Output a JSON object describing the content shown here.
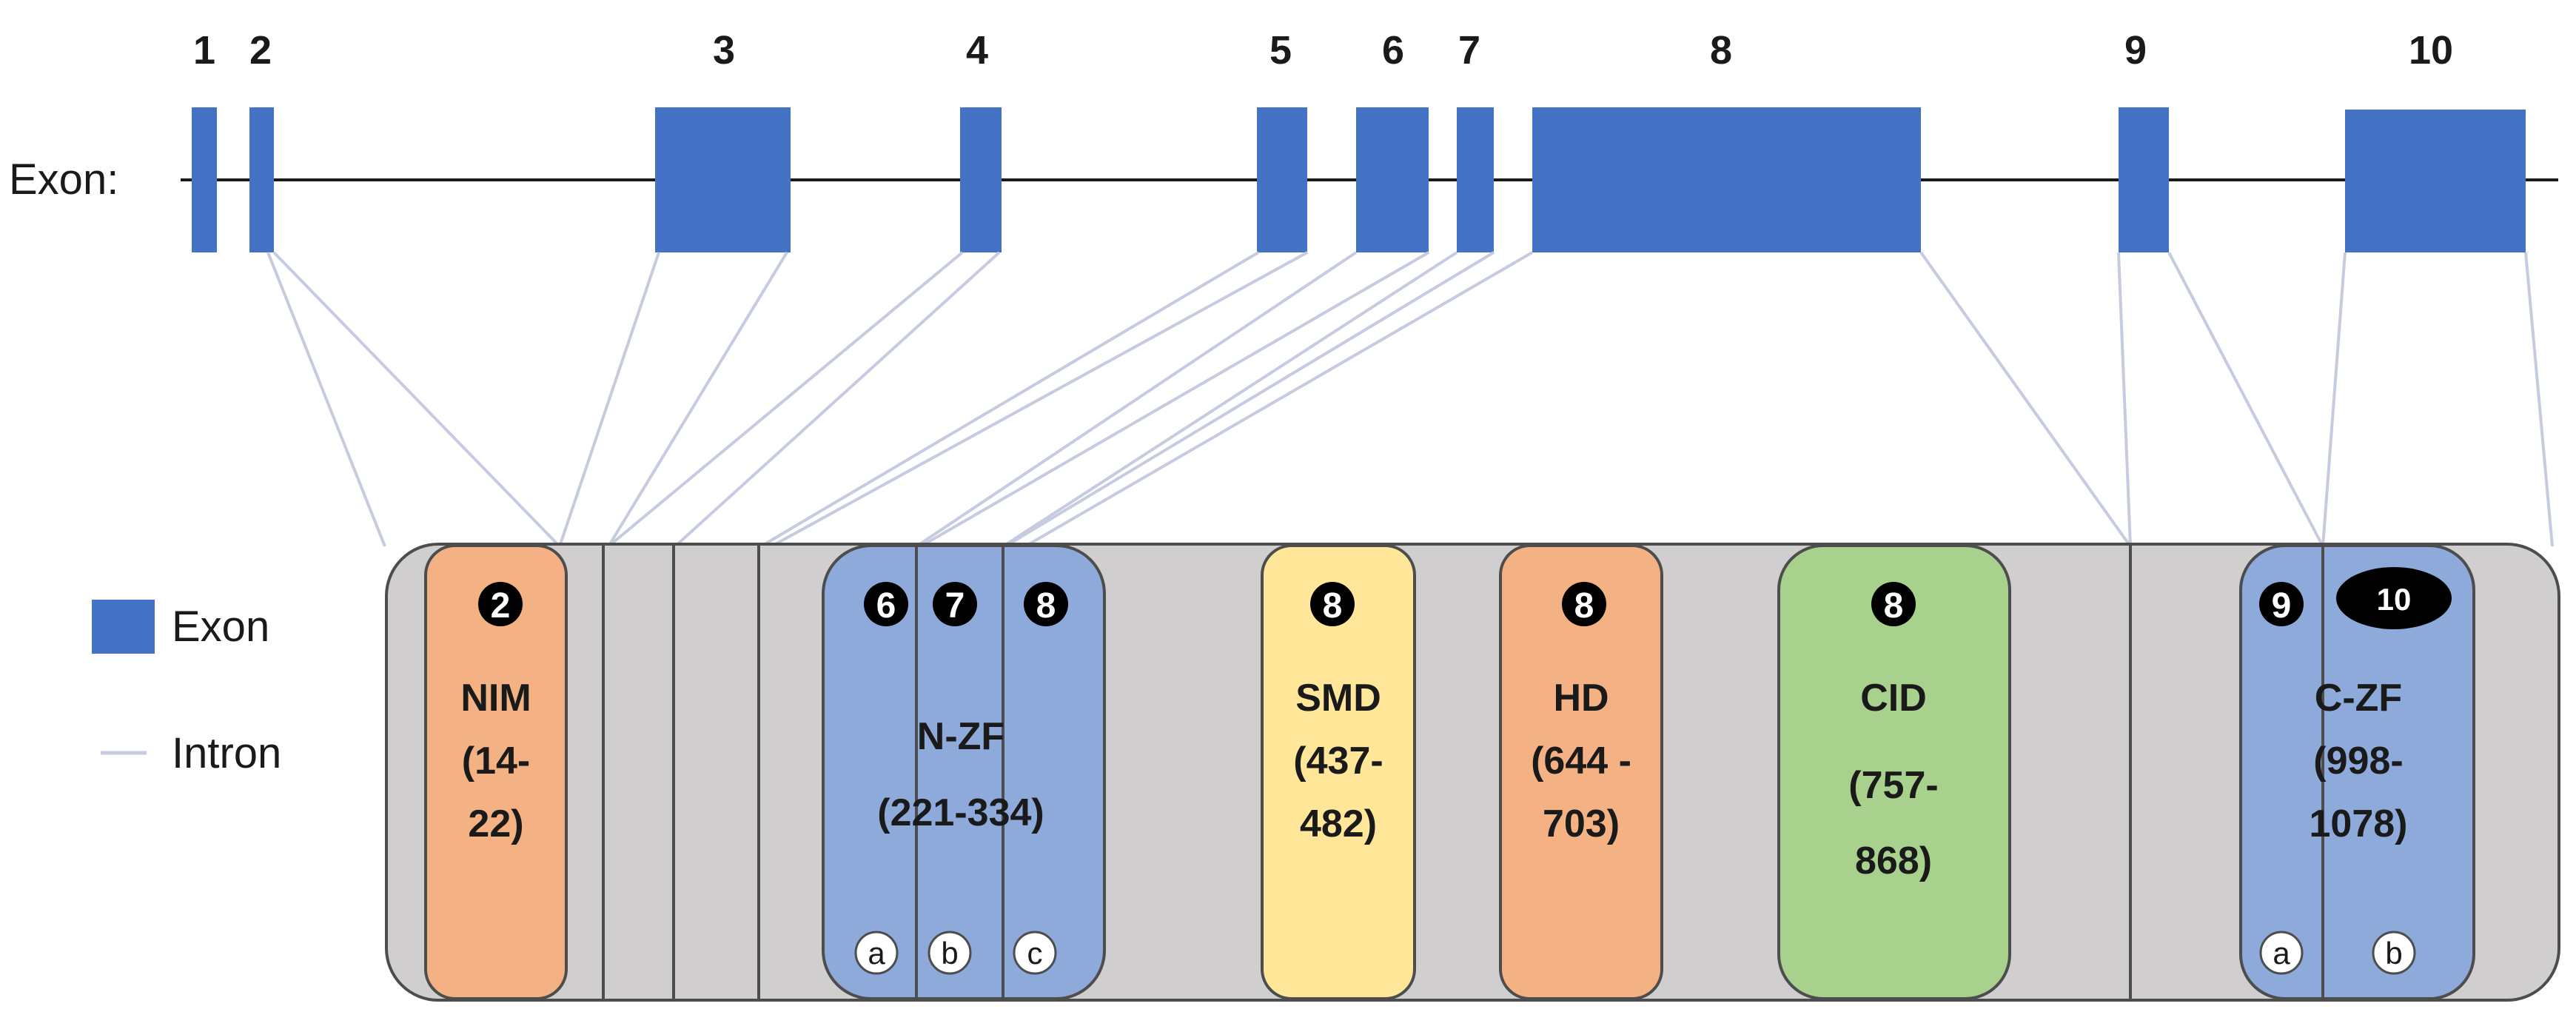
{
  "exon_row_label": "Exon:",
  "exons": [
    {
      "number": "1"
    },
    {
      "number": "2"
    },
    {
      "number": "3"
    },
    {
      "number": "4"
    },
    {
      "number": "5"
    },
    {
      "number": "6"
    },
    {
      "number": "7"
    },
    {
      "number": "8"
    },
    {
      "number": "9"
    },
    {
      "number": "10"
    }
  ],
  "legend": {
    "exon_label": "Exon",
    "intron_label": "Intron"
  },
  "domains": [
    {
      "id": "nim",
      "name": "NIM",
      "range_lines": [
        "(14-",
        "22)"
      ],
      "exon_badges": [
        "2"
      ],
      "sub_badges": [],
      "color": "#f4b183"
    },
    {
      "id": "nzf",
      "name": "N-ZF",
      "range_lines": [
        "(221-334)"
      ],
      "exon_badges": [
        "6",
        "7",
        "8"
      ],
      "sub_badges": [
        "a",
        "b",
        "c"
      ],
      "color": "#8eaadb"
    },
    {
      "id": "smd",
      "name": "SMD",
      "range_lines": [
        "(437-",
        "482)"
      ],
      "exon_badges": [
        "8"
      ],
      "sub_badges": [],
      "color": "#ffe699"
    },
    {
      "id": "hd",
      "name": "HD",
      "range_lines": [
        "(644 -",
        "703)"
      ],
      "exon_badges": [
        "8"
      ],
      "sub_badges": [],
      "color": "#f4b183"
    },
    {
      "id": "cid",
      "name": "CID",
      "range_lines": [
        "(757-",
        "868)"
      ],
      "exon_badges": [
        "8"
      ],
      "sub_badges": [],
      "color": "#a9d18e"
    },
    {
      "id": "czf",
      "name": "C-ZF",
      "range_lines": [
        "(998-",
        "1078)"
      ],
      "exon_badges": [
        "9",
        "10"
      ],
      "sub_badges": [
        "a",
        "b"
      ],
      "color": "#8eaadb"
    }
  ],
  "colors": {
    "exon_blue": "#4472c4",
    "intron_line": "#c6cbe0",
    "protein_bar": "#d0cece",
    "badge_dark": "#000000"
  }
}
